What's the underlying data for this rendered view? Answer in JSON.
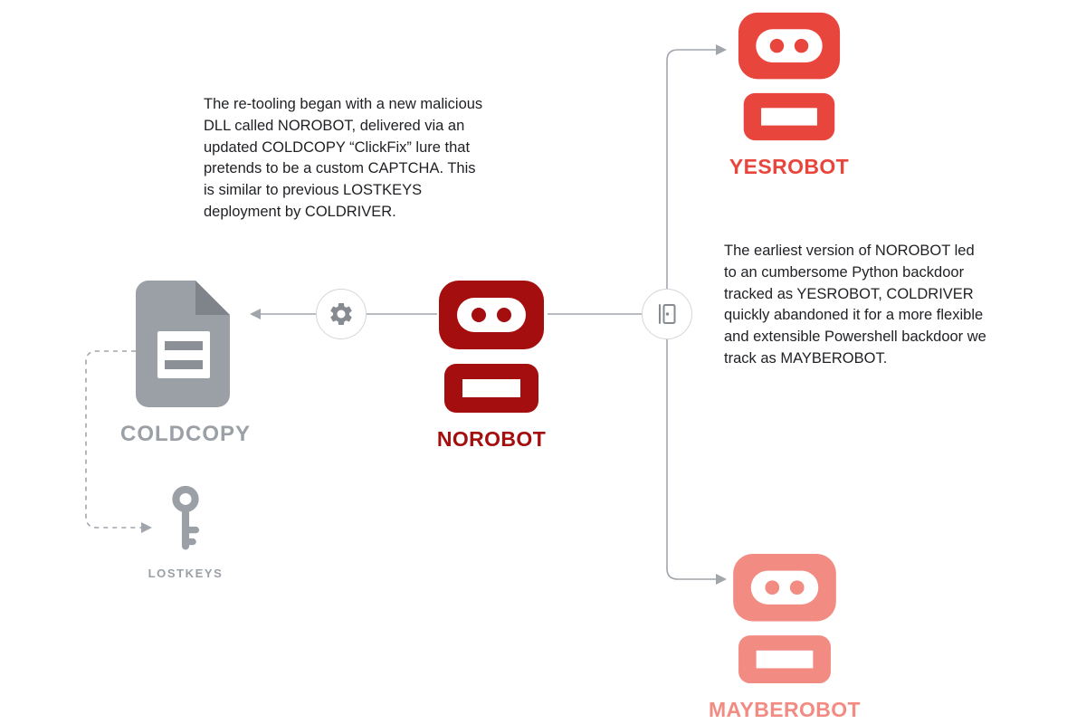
{
  "paragraphs": {
    "left": "The re-tooling began with a new malicious DLL called NOROBOT, delivered via an updated COLDCOPY “ClickFix” lure that pretends to be a custom CAPTCHA. This is similar to previous LOSTKEYS deployment by COLDRIVER.",
    "right": "The earliest version of NOROBOT led to an cumbersome Python backdoor tracked as YESROBOT, COLDRIVER quickly abandoned it for a more flexible and extensible Powershell backdoor we track as MAYBEROBOT."
  },
  "nodes": {
    "yesrobot": {
      "label": "YESROBOT",
      "color": "#E8453C",
      "icon": "robot-icon"
    },
    "norobot": {
      "label": "NOROBOT",
      "color": "#A50E0E",
      "icon": "robot-icon"
    },
    "mayberobot": {
      "label": "MAYBEROBOT",
      "color": "#F28B82",
      "icon": "robot-icon"
    },
    "coldcopy": {
      "label": "COLDCOPY",
      "color": "#9AA0A6",
      "icon": "document-icon"
    },
    "lostkeys": {
      "label": "LOSTKEYS",
      "color": "#9AA0A6",
      "icon": "key-icon"
    }
  },
  "connectors": {
    "line_color": "#A1A6AC",
    "gear_icon": "gear-icon",
    "door_icon": "door-icon"
  }
}
